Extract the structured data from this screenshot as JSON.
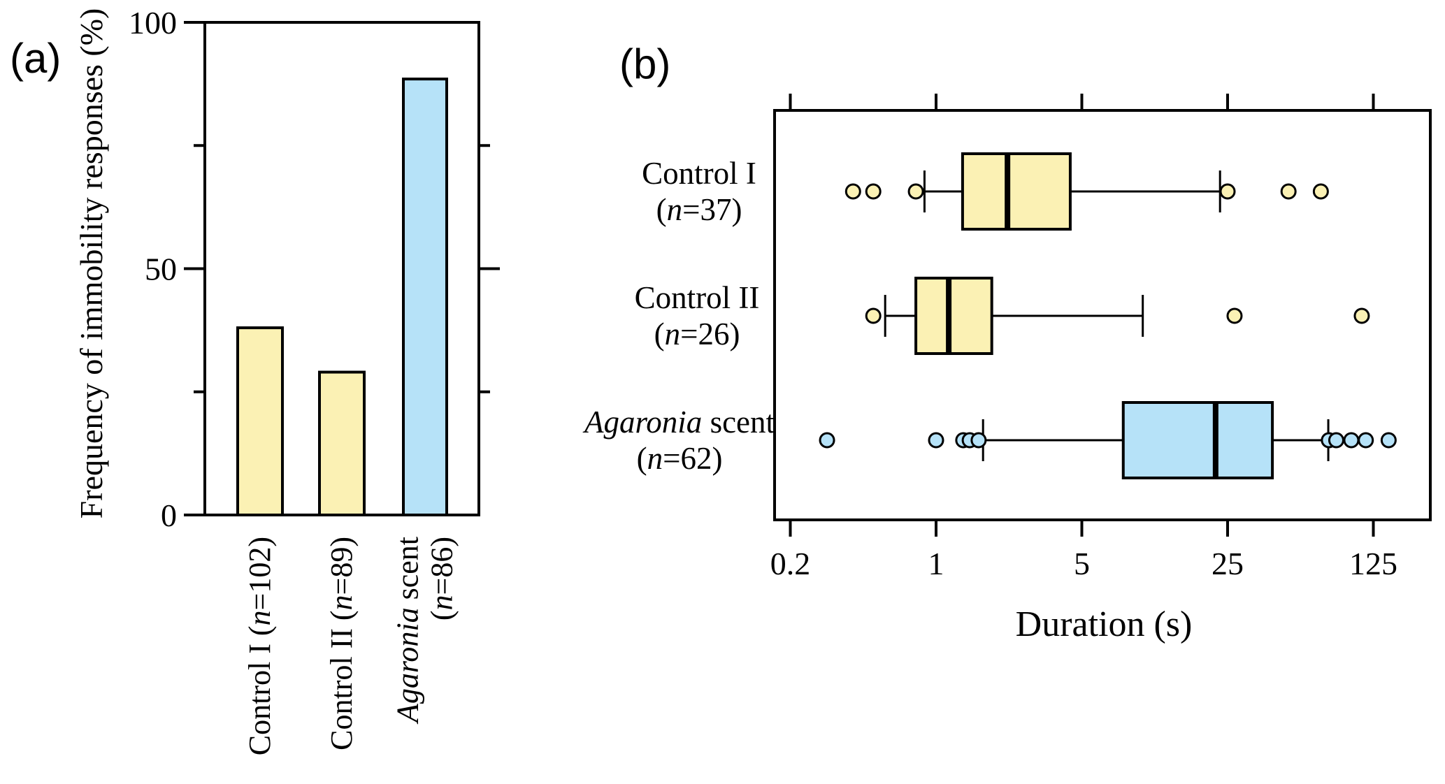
{
  "figure_labels": {
    "panel_a_tag": "(a)",
    "panel_b_tag": "(b)"
  },
  "colors": {
    "yellow": "#FBF1B4",
    "blue": "#B6E2F8",
    "stroke": "#000000"
  },
  "chart_data": [
    {
      "panel": "a",
      "type": "bar",
      "title": "",
      "ylabel": "Frequency of immobility responses  (%)",
      "ylim": [
        0,
        100
      ],
      "yticks_labeled": [
        0,
        50,
        100
      ],
      "yticks_minor": [
        25,
        75
      ],
      "grid": false,
      "bars": [
        {
          "value": 38,
          "color_key": "yellow",
          "label_lines": [
            [
              {
                "text": "Control I  ("
              },
              {
                "text": "n",
                "italic": true
              },
              {
                "text": "=102)"
              }
            ]
          ]
        },
        {
          "value": 29,
          "color_key": "yellow",
          "label_lines": [
            [
              {
                "text": "Control II  ("
              },
              {
                "text": "n",
                "italic": true
              },
              {
                "text": "=89)"
              }
            ]
          ]
        },
        {
          "value": 88.5,
          "color_key": "blue",
          "label_lines": [
            [
              {
                "text": "Agaronia",
                "italic": true
              },
              {
                "text": " scent"
              }
            ],
            [
              {
                "text": "("
              },
              {
                "text": "n",
                "italic": true
              },
              {
                "text": "=86)"
              }
            ]
          ]
        }
      ]
    },
    {
      "panel": "b",
      "type": "boxplot",
      "orientation": "horizontal",
      "xlabel": "Duration  (s)",
      "xscale": "log5",
      "xticks": [
        0.2,
        1,
        5,
        25,
        125
      ],
      "xlim": [
        0.17,
        234
      ],
      "grid": false,
      "groups": [
        {
          "label_lines": [
            [
              {
                "text": "Control I"
              }
            ],
            [
              {
                "text": "("
              },
              {
                "text": "n",
                "italic": true
              },
              {
                "text": "=37)"
              }
            ]
          ],
          "color_key": "yellow",
          "stats": {
            "whisker_low": 0.88,
            "q1": 1.34,
            "median": 2.2,
            "q3": 4.4,
            "whisker_high": 23
          },
          "outliers": [
            0.4,
            0.5,
            0.8,
            25,
            49,
            70
          ]
        },
        {
          "label_lines": [
            [
              {
                "text": "Control II"
              }
            ],
            [
              {
                "text": "("
              },
              {
                "text": "n",
                "italic": true
              },
              {
                "text": "=26)"
              }
            ]
          ],
          "color_key": "yellow",
          "stats": {
            "whisker_low": 0.57,
            "q1": 0.8,
            "median": 1.15,
            "q3": 1.85,
            "whisker_high": 9.8
          },
          "outliers": [
            0.5,
            27,
            110
          ]
        },
        {
          "label_lines": [
            [
              {
                "text": "Agaronia",
                "italic": true
              },
              {
                "text": " scent"
              }
            ],
            [
              {
                "text": "("
              },
              {
                "text": "n",
                "italic": true
              },
              {
                "text": "=62)"
              }
            ]
          ],
          "color_key": "blue",
          "stats": {
            "whisker_low": 1.68,
            "q1": 7.9,
            "median": 21.9,
            "q3": 41,
            "whisker_high": 76
          },
          "outliers": [
            0.3,
            1.0,
            1.35,
            1.45,
            1.6,
            76.5,
            83,
            98,
            115,
            148
          ]
        }
      ]
    }
  ]
}
